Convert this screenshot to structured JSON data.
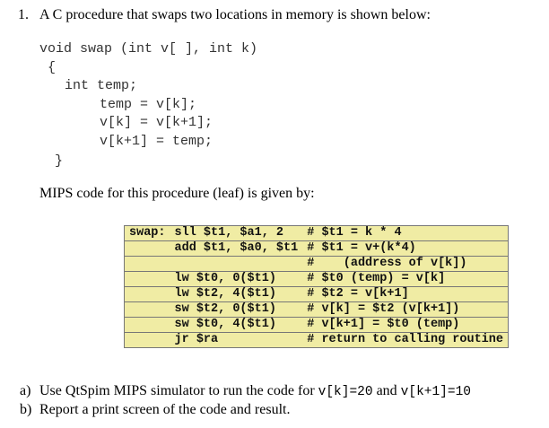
{
  "question": {
    "number": "1.",
    "text": "A C procedure that swaps two locations in memory is shown below:"
  },
  "c_code": [
    "void swap (int v[ ], int k)",
    "{",
    "int temp;",
    "temp = v[k];",
    "v[k] = v[k+1];",
    "v[k+1] = temp;",
    "}"
  ],
  "mips_intro": "MIPS code for this procedure (leaf) is given by:",
  "mips_rows": [
    {
      "label": "swap:",
      "instr": "sll $t1, $a1, 2",
      "comment": "# $t1 = k * 4"
    },
    {
      "label": "",
      "instr": "add $t1, $a0, $t1",
      "comment": "# $t1 = v+(k*4)"
    },
    {
      "label": "",
      "instr": "",
      "comment": "#    (address of v[k])"
    },
    {
      "label": "",
      "instr": "lw $t0, 0($t1)",
      "comment": "# $t0 (temp) = v[k]"
    },
    {
      "label": "",
      "instr": "lw $t2, 4($t1)",
      "comment": "# $t2 = v[k+1]"
    },
    {
      "label": "",
      "instr": "sw $t2, 0($t1)",
      "comment": "# v[k] = $t2 (v[k+1])"
    },
    {
      "label": "",
      "instr": "sw $t0, 4($t1)",
      "comment": "# v[k+1] = $t0 (temp)"
    },
    {
      "label": "",
      "instr": "jr $ra",
      "comment": "# return to calling routine"
    }
  ],
  "tasks": [
    {
      "marker": "a)",
      "text": "Use QtSpim MIPS simulator to run the code for",
      "code1": "v[k]=20",
      "and": "and",
      "code2": "v[k+1]=10"
    },
    {
      "marker": "b)",
      "text": "Report a print screen of the code and result."
    }
  ]
}
